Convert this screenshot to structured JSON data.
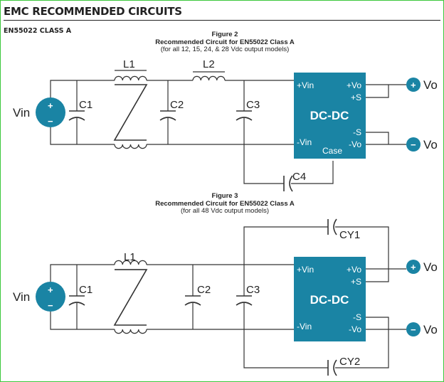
{
  "header": {
    "title": "EMC RECOMMENDED CIRCUITS",
    "subtitle": "EN55022 CLASS A"
  },
  "figure2": {
    "number": "Figure 2",
    "title": "Recommended Circuit for EN55022 Class A",
    "note": "(for all 12, 15, 24, & 28 Vdc output models)",
    "labels": {
      "vin": "Vin",
      "c1": "C1",
      "l1": "L1",
      "l2": "L2",
      "c2": "C2",
      "c3": "C3",
      "c4": "C4",
      "vo": "Vo"
    },
    "module": {
      "name": "DC-DC",
      "pins": {
        "pvin": "+Vin",
        "mvin": "-Vin",
        "pvo": "+Vo",
        "ps": "+S",
        "ms": "-S",
        "mvo": "-Vo",
        "case": "Case"
      }
    },
    "symbols": {
      "plus": "+",
      "minus": "−"
    }
  },
  "figure3": {
    "number": "Figure 3",
    "title": "Recommended Circuit for EN55022 Class A",
    "note": "(for all 48 Vdc output models)",
    "labels": {
      "vin": "Vin",
      "c1": "C1",
      "l1": "L1",
      "c2": "C2",
      "c3": "C3",
      "cy1": "CY1",
      "cy2": "CY2",
      "vo": "Vo"
    },
    "module": {
      "name": "DC-DC",
      "pins": {
        "pvin": "+Vin",
        "mvin": "-Vin",
        "pvo": "+Vo",
        "ps": "+S",
        "ms": "-S",
        "mvo": "-Vo"
      }
    },
    "symbols": {
      "plus": "+",
      "minus": "−"
    }
  },
  "colors": {
    "module": "#1a84a4",
    "wire": "#333333",
    "frame": "#3cc83c"
  }
}
